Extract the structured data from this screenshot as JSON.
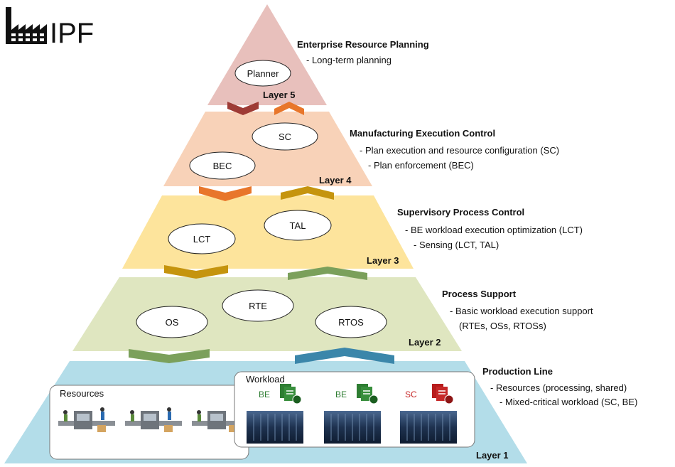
{
  "logo": {
    "text": "IPF"
  },
  "layers": [
    {
      "id": "layer5",
      "label": "Layer 5",
      "title": "Enterprise Resource Planning",
      "bullets": [
        "- Long-term planning"
      ],
      "nodes": [
        "Planner"
      ]
    },
    {
      "id": "layer4",
      "label": "Layer 4",
      "title": "Manufacturing Execution Control",
      "bullets": [
        "- Plan execution and resource configuration (SC)",
        "- Plan enforcement (BEC)"
      ],
      "nodes": [
        "SC",
        "BEC"
      ]
    },
    {
      "id": "layer3",
      "label": "Layer 3",
      "title": "Supervisory Process Control",
      "bullets": [
        "- BE workload execution optimization (LCT)",
        "- Sensing (LCT, TAL)"
      ],
      "nodes": [
        "LCT",
        "TAL"
      ]
    },
    {
      "id": "layer2",
      "label": "Layer 2",
      "title": "Process Support",
      "bullets": [
        "- Basic workload execution support",
        "(RTEs, OSs, RTOSs)"
      ],
      "nodes": [
        "OS",
        "RTE",
        "RTOS"
      ]
    },
    {
      "id": "layer1",
      "label": "Layer 1",
      "title": "Production Line",
      "bullets": [
        "- Resources (processing, shared)",
        "- Mixed-critical workload (SC, BE)"
      ],
      "nodes": []
    }
  ],
  "resources": {
    "label": "Resources"
  },
  "workload": {
    "label": "Workload",
    "items": [
      {
        "tag": "BE",
        "color": "#2e7d32"
      },
      {
        "tag": "BE",
        "color": "#2e7d32"
      },
      {
        "tag": "SC",
        "color": "#c62828"
      }
    ]
  },
  "colors": {
    "layer5": "#e8c0bc",
    "layer4": "#f8d2b8",
    "layer3": "#fde49c",
    "layer2": "#dfe6c0",
    "layer1": "#b3dde9"
  }
}
